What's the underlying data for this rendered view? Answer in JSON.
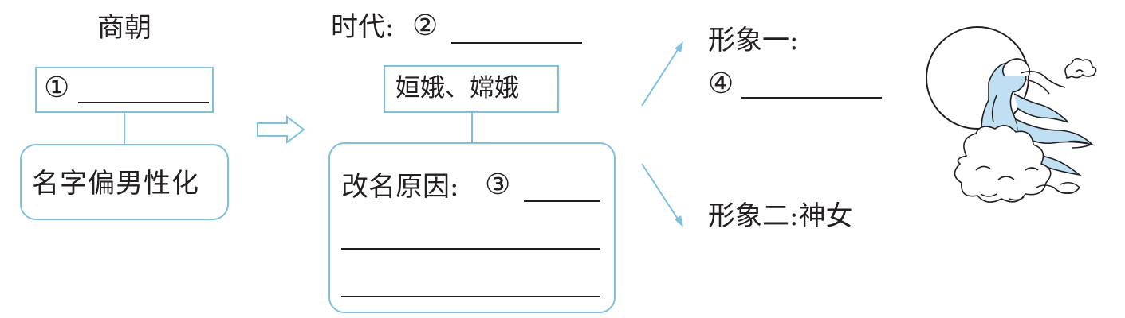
{
  "left": {
    "dynasty": "商朝",
    "blank1_label": "①",
    "name_feature": "名字偏男性化"
  },
  "middle": {
    "era_prefix": "时代:",
    "blank2_label": "②",
    "names": "姮娥、嫦娥",
    "reason_prefix": "改名原因:",
    "blank3_label": "③"
  },
  "right": {
    "image1_title": "形象一:",
    "blank4_label": "④",
    "image2": "形象二:神女"
  },
  "colors": {
    "box_border": "#7cc0e4",
    "arrow": "#7cc0e4",
    "text": "#231f20",
    "robe": "#bfe0f2"
  },
  "icons": {
    "figure": "chang-e-moon-illustration"
  }
}
